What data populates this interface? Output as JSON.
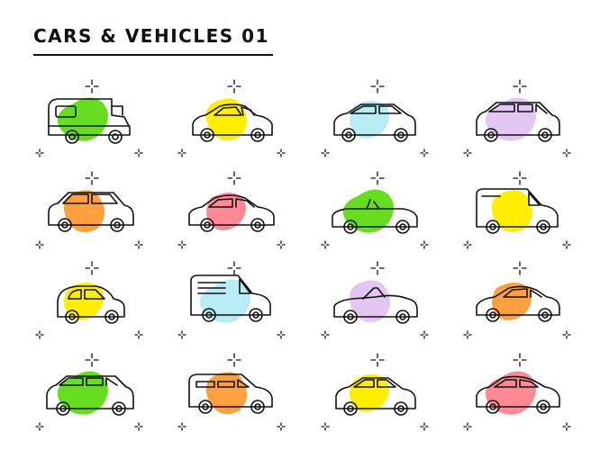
{
  "title": "CARS & VEHICLES 01",
  "icons": [
    {
      "name": "camper-van-icon",
      "kind": "camper",
      "color": "#66dd1e"
    },
    {
      "name": "coupe-car-icon",
      "kind": "coupe",
      "color": "#ffee00"
    },
    {
      "name": "hatchback-car-icon",
      "kind": "hatch",
      "color": "#b8ecf5"
    },
    {
      "name": "station-wagon-icon",
      "kind": "wagon",
      "color": "#e3c6f2"
    },
    {
      "name": "suv-car-icon",
      "kind": "suv",
      "color": "#ffa040"
    },
    {
      "name": "sedan-car-icon",
      "kind": "sedan",
      "color": "#ff8a96"
    },
    {
      "name": "convertible-car-icon",
      "kind": "convertible",
      "color": "#66dd1e"
    },
    {
      "name": "delivery-van-icon",
      "kind": "van",
      "color": "#ffee00"
    },
    {
      "name": "mini-car-icon",
      "kind": "mini",
      "color": "#ffee00"
    },
    {
      "name": "panel-van-icon",
      "kind": "panelvan",
      "color": "#b8ecf5"
    },
    {
      "name": "roadster-car-icon",
      "kind": "roadster",
      "color": "#e3c6f2"
    },
    {
      "name": "sport-coupe-icon",
      "kind": "sport",
      "color": "#ffa040"
    },
    {
      "name": "estate-car-icon",
      "kind": "estate",
      "color": "#66dd1e"
    },
    {
      "name": "minivan-car-icon",
      "kind": "minivan",
      "color": "#ffa040"
    },
    {
      "name": "compact-car-icon",
      "kind": "compact",
      "color": "#ffee00"
    },
    {
      "name": "family-sedan-icon",
      "kind": "family",
      "color": "#ff8a96"
    }
  ]
}
